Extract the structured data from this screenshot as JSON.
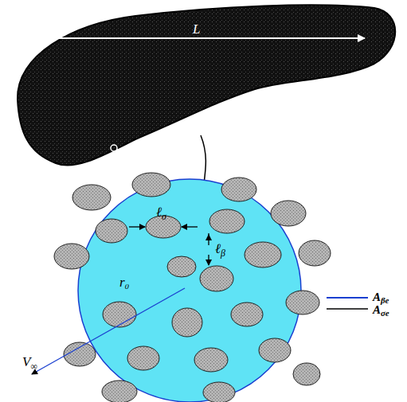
{
  "diagram": {
    "labels": [
      "L",
      "ℓσ",
      "ℓβ",
      "r₀",
      "V∞"
    ],
    "legend": [
      {
        "text": "Aβe"
      },
      {
        "text": "Aσe"
      }
    ]
  }
}
